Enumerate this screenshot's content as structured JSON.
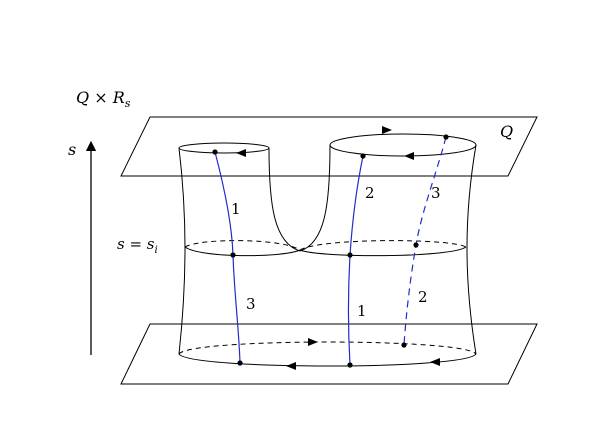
{
  "labels": {
    "space_label": "Q × R",
    "space_sub": "s",
    "plane_label": "Q",
    "axis_label": "s",
    "level_label_main": "s = s",
    "level_label_sub": "i"
  },
  "strand_numbers": {
    "left_upper": "1",
    "left_lower": "3",
    "mid_upper": "2",
    "mid_lower": "1",
    "right_upper": "3",
    "right_lower": "2"
  },
  "colors": {
    "outline": "#000000",
    "strand": "#1f2ecc"
  }
}
